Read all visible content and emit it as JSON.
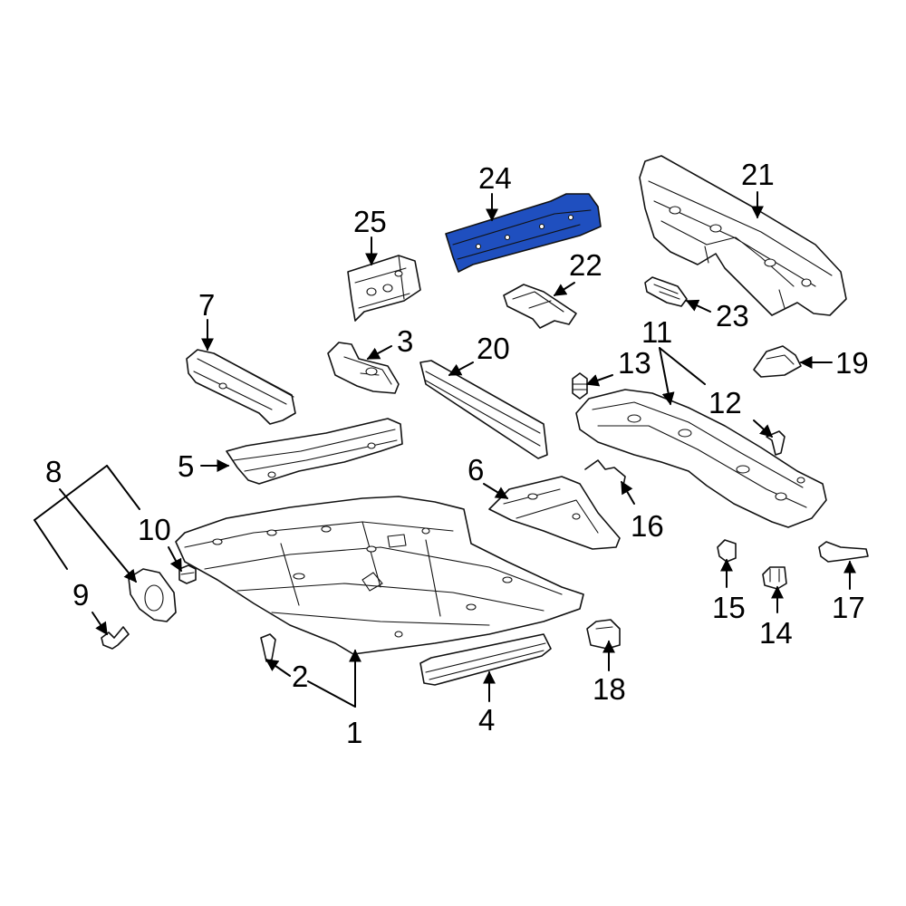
{
  "highlight_color": "#1f4fbf",
  "outline_color": "#111111",
  "background_color": "#ffffff",
  "highlighted_part": "24",
  "callouts": {
    "c1": "1",
    "c2": "2",
    "c3": "3",
    "c4": "4",
    "c5": "5",
    "c6": "6",
    "c7": "7",
    "c8": "8",
    "c9": "9",
    "c10": "10",
    "c11": "11",
    "c12": "12",
    "c13": "13",
    "c14": "14",
    "c15": "15",
    "c16": "16",
    "c17": "17",
    "c18": "18",
    "c19": "19",
    "c20": "20",
    "c21": "21",
    "c22": "22",
    "c23": "23",
    "c24": "24",
    "c25": "25"
  }
}
